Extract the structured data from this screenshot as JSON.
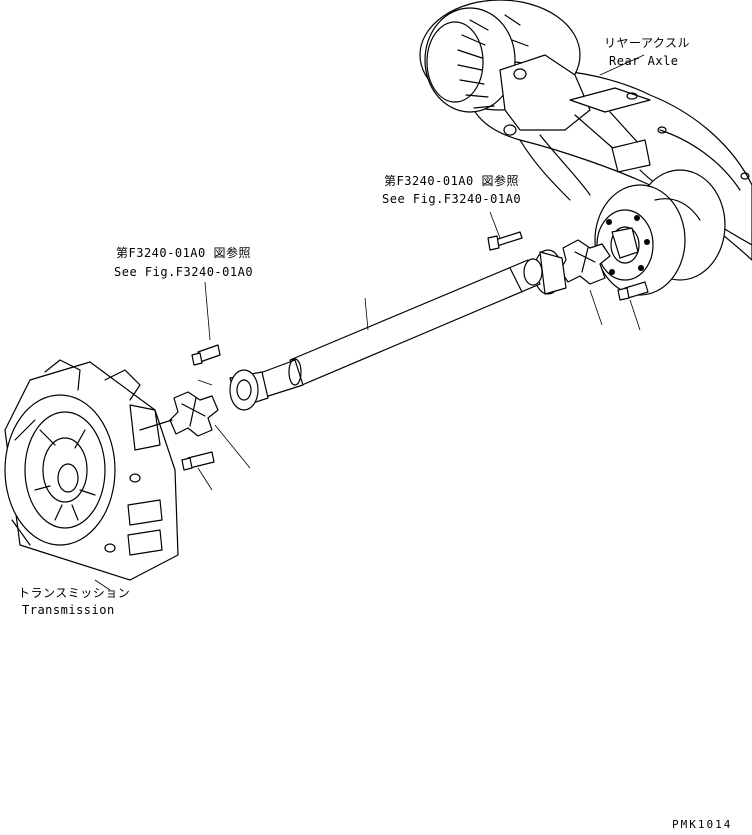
{
  "labels": {
    "rear_axle_jp": "リヤーアクスル",
    "rear_axle_en": "Rear Axle",
    "ref_right_jp": "第F3240-01A0 図参照",
    "ref_right_en": "See Fig.F3240-01A0",
    "ref_left_jp": "第F3240-01A0 図参照",
    "ref_left_en": "See Fig.F3240-01A0",
    "transmission_jp": "トランスミッション",
    "transmission_en": "Transmission",
    "drawing_code": "PMK1014"
  }
}
